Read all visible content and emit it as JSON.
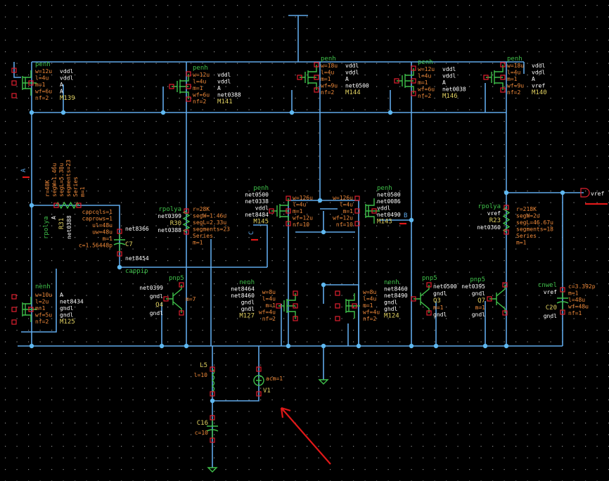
{
  "pins": {
    "A": "A",
    "B": "B",
    "C": "C",
    "vref": "vref"
  },
  "colors": {
    "background": "#000000",
    "wire": "#5fa8e8",
    "symbol": "#3fc04a",
    "instance_name": "#e0d060",
    "parameter": "#f08a3a",
    "pin_marker": "#e02030",
    "annotation_arrow": "#e01818"
  },
  "devices": {
    "M139": {
      "name": "M139",
      "model": "penh",
      "params": [
        "w=12u",
        "l=4u",
        "m=1",
        "wf=6u",
        "nf=2"
      ],
      "nets": [
        "vddl",
        "vddl",
        "A",
        "A"
      ]
    },
    "M141": {
      "name": "M141",
      "model": "penh",
      "params": [
        "w=12u",
        "l=4u",
        "m=1",
        "wf=6u",
        "nf=2"
      ],
      "nets": [
        "vddl",
        "vddl",
        "A",
        "net0388"
      ]
    },
    "M144": {
      "name": "M144",
      "model": "penh",
      "params": [
        "w=18u",
        "l=4u",
        "m=1",
        "wf=9u",
        "nf=2"
      ],
      "nets": [
        "vddl",
        "vddl",
        "A",
        "net0500"
      ]
    },
    "M146": {
      "name": "M146",
      "model": "penh",
      "params": [
        "w=12u",
        "l=4u",
        "m=1",
        "wf=6u",
        "nf=2"
      ],
      "nets": [
        "vddl",
        "vddl",
        "A",
        "net0038"
      ]
    },
    "M140": {
      "name": "M140",
      "model": "penh",
      "params": [
        "w=18u",
        "l=4u",
        "m=1",
        "wf=9u",
        "nf=2"
      ],
      "nets": [
        "vddl",
        "vddl",
        "A",
        "vref"
      ]
    },
    "R31": {
      "name": "R31",
      "model": "rpolya",
      "params": [
        "r=48K",
        "segW=1.46u",
        "segL=5.38u",
        "segments=23",
        "Series",
        "m=1"
      ],
      "nets": [
        "A",
        "net0388"
      ]
    },
    "C7": {
      "name": "C7",
      "model": "cappip",
      "params": [
        "capcols=1",
        "caprows=1",
        "ul=48u",
        "uw=48u",
        "m=1",
        "c=1.56448p"
      ],
      "nets": [
        "net8366",
        "net8454"
      ]
    },
    "R30": {
      "name": "R30",
      "model": "rpolya",
      "params": [
        "r=28K",
        "segW=1.46u",
        "segL=2.33u",
        "segments=23",
        "Series",
        "m=1"
      ],
      "nets": [
        "net0399",
        "net0388"
      ]
    },
    "M145": {
      "name": "M145",
      "model": "penh",
      "params": [
        "w=126u",
        "l=4u",
        "m=1",
        "wf=12u",
        "nf=10"
      ],
      "nets": [
        "net0500",
        "net0338",
        "vddl",
        "net8484"
      ]
    },
    "M143": {
      "name": "M143",
      "model": "penh",
      "params": [
        "w=126u",
        "l=4u",
        "m=1",
        "wf=12u",
        "nf=10"
      ],
      "nets": [
        "net0500",
        "net0086",
        "vddl",
        "net0490"
      ]
    },
    "R23": {
      "name": "R23",
      "model": "rpolya",
      "params": [
        "r=218K",
        "segW=2u",
        "segL=46.67u",
        "segments=18",
        "Series",
        "m=1"
      ],
      "nets": [
        "vref",
        "net0360"
      ]
    },
    "M125": {
      "name": "M125",
      "model": "nenh",
      "params": [
        "w=10u",
        "l=2u",
        "m=1",
        "wf=5u",
        "nf=2"
      ],
      "nets": [
        "A",
        "net8434",
        "gndl",
        "gndl"
      ]
    },
    "Q4": {
      "name": "Q4",
      "model": "pnp5",
      "params": [
        "m=7"
      ],
      "nets": [
        "net0399",
        "gndl",
        "gndl"
      ]
    },
    "M127": {
      "name": "M127",
      "model": "nenh",
      "params": [
        "w=8u",
        "l=4u",
        "m=1",
        "wf=4u",
        "nf=2"
      ],
      "nets": [
        "net8464",
        "net8460",
        "gndl",
        "gndl"
      ]
    },
    "M124": {
      "name": "M124",
      "model": "nenh",
      "params": [
        "w=8u",
        "l=4u",
        "m=1",
        "wf=4u",
        "nf=2"
      ],
      "nets": [
        "net8460",
        "net8490",
        "gndl",
        "gndl"
      ]
    },
    "Q3": {
      "name": "Q3",
      "model": "pnp5",
      "params": [
        "m=1"
      ],
      "nets": [
        "net0500",
        "gndl",
        "gndl"
      ]
    },
    "Q7": {
      "name": "Q7",
      "model": "pnp5",
      "params": [
        "m=1"
      ],
      "nets": [
        "net0395",
        "gndl",
        "gndl"
      ]
    },
    "C20": {
      "name": "C20",
      "model": "cnwel",
      "params": [
        "c=3.392p",
        "m=1",
        "l=48u",
        "wf=48u",
        "nf=1"
      ],
      "nets": [
        "vref",
        "gndl"
      ]
    },
    "L5": {
      "name": "L5",
      "model": "",
      "params": [
        "l=10"
      ],
      "nets": []
    },
    "V1": {
      "name": "V1",
      "model": "",
      "params": [
        "acm=1"
      ],
      "nets": []
    },
    "C16": {
      "name": "C16",
      "model": "",
      "params": [
        "c=10"
      ],
      "nets": []
    }
  }
}
